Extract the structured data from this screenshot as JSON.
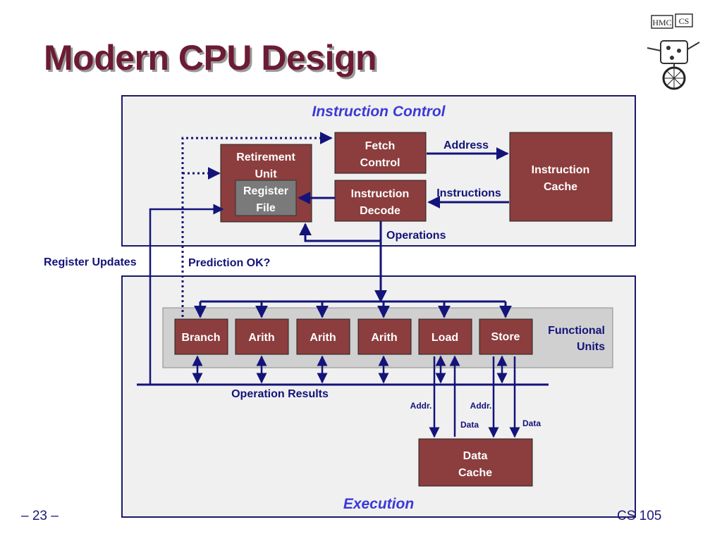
{
  "slide": {
    "title": "Modern CPU Design",
    "page_number": "– 23 –",
    "course": "CS 105",
    "logo_text": [
      "HMC",
      "CS"
    ]
  },
  "sections": {
    "instruction_control": "Instruction Control",
    "execution": "Execution"
  },
  "blocks": {
    "retirement_unit": [
      "Retirement",
      "Unit"
    ],
    "register_file": [
      "Register",
      "File"
    ],
    "fetch_control": [
      "Fetch",
      "Control"
    ],
    "instruction_decode": [
      "Instruction",
      "Decode"
    ],
    "instruction_cache": [
      "Instruction",
      "Cache"
    ],
    "data_cache": [
      "Data",
      "Cache"
    ],
    "functional_units_label": [
      "Functional",
      "Units"
    ]
  },
  "functional_units": [
    "Branch",
    "Arith",
    "Arith",
    "Arith",
    "Load",
    "Store"
  ],
  "signals": {
    "address": "Address",
    "instructions": "Instructions",
    "operations": "Operations",
    "register_updates": "Register Updates",
    "prediction_ok": "Prediction OK?",
    "operation_results": "Operation Results",
    "load_addr": "Addr.",
    "store_addr": "Addr.",
    "load_data": "Data",
    "store_data": "Data"
  },
  "colors": {
    "block": "#8c3d3d",
    "register_file": "#7a7a7a",
    "panel": "#f0f0f0",
    "panel_border": "#1a1a6a",
    "func_strip": "#d0d0d0",
    "arrow": "#13137a",
    "title": "#6b1c34",
    "section_label": "#3a3ad8"
  }
}
